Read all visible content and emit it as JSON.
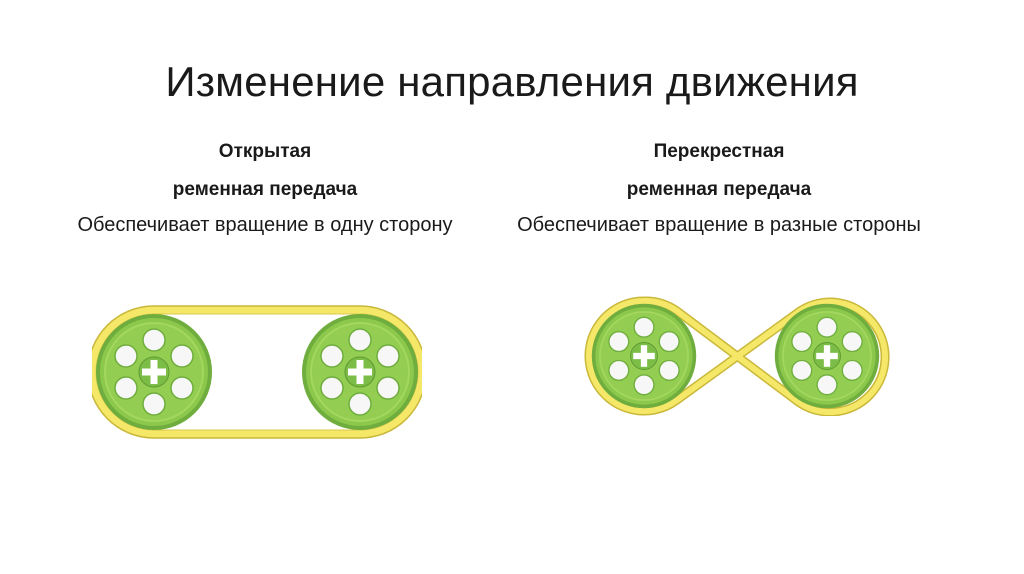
{
  "title": "Изменение направления движения",
  "left": {
    "heading_line1": "Открытая",
    "heading_line2": "ременная передача",
    "description": "Обеспечивает вращение в одну сторону",
    "diagram": {
      "type": "open-belt-drive",
      "pulleys": 2,
      "belt_color": "#f2e25a",
      "pulley_color": "#8cc84b"
    }
  },
  "right": {
    "heading_line1": "Перекрестная",
    "heading_line2": "ременная передача",
    "description": "Обеспечивает вращение в разные стороны",
    "diagram": {
      "type": "crossed-belt-drive",
      "pulleys": 2,
      "belt_color": "#f2e25a",
      "pulley_color": "#8cc84b"
    }
  }
}
